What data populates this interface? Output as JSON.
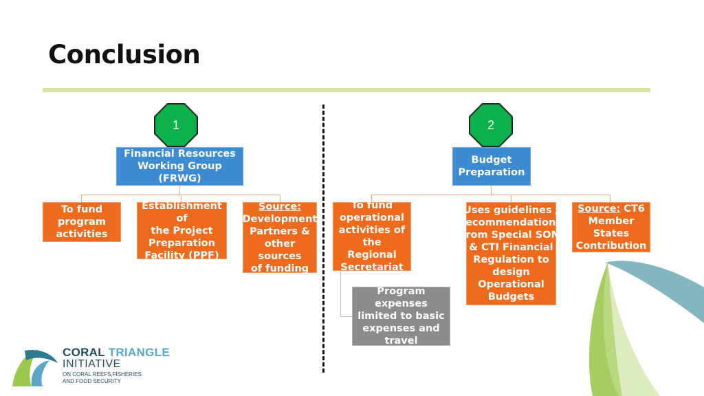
{
  "slide": {
    "title": "Conclusion"
  },
  "branch1": {
    "number": "1",
    "head": [
      "Financial Resources",
      "Working Group (FRWG)"
    ],
    "children": [
      {
        "lines": [
          "To fund",
          "program",
          "activities"
        ]
      },
      {
        "lines": [
          "Establishment of",
          "the Project",
          "Preparation",
          "Facility (PPF)"
        ]
      },
      {
        "source_label": "Source:",
        "lines": [
          "Development",
          "Partners &",
          "other sources",
          "of funding"
        ]
      }
    ]
  },
  "branch2": {
    "number": "2",
    "head": [
      "Budget",
      "Preparation"
    ],
    "children": [
      {
        "lines": [
          "To fund",
          "operational",
          "activities of the",
          "Regional",
          "Secretariat"
        ]
      },
      {
        "lines": [
          "Uses guidelines /",
          "recommendations",
          "from Special SOM",
          "& CTI Financial",
          "Regulation to",
          "design",
          "Operational",
          "Budgets"
        ]
      },
      {
        "source_label": "Source:",
        "source_rest": " CT6",
        "lines": [
          "Member States",
          "Contribution"
        ]
      }
    ],
    "sub": {
      "lines": [
        "Program expenses",
        "limited to basic",
        "expenses and travel"
      ]
    }
  },
  "logo": {
    "word1": "CORAL",
    "word2": "TRIANGLE",
    "word3": "INITIATIVE",
    "sub1": "ON CORAL REEFS,FISHERIES",
    "sub2": "AND FOOD SECURITY"
  },
  "colors": {
    "accent_green": "#0cb14b",
    "box_blue": "#3d8bd1",
    "box_orange": "#ee6b1e",
    "box_gray": "#8c8c8c",
    "rule": "#d8e3a3"
  }
}
